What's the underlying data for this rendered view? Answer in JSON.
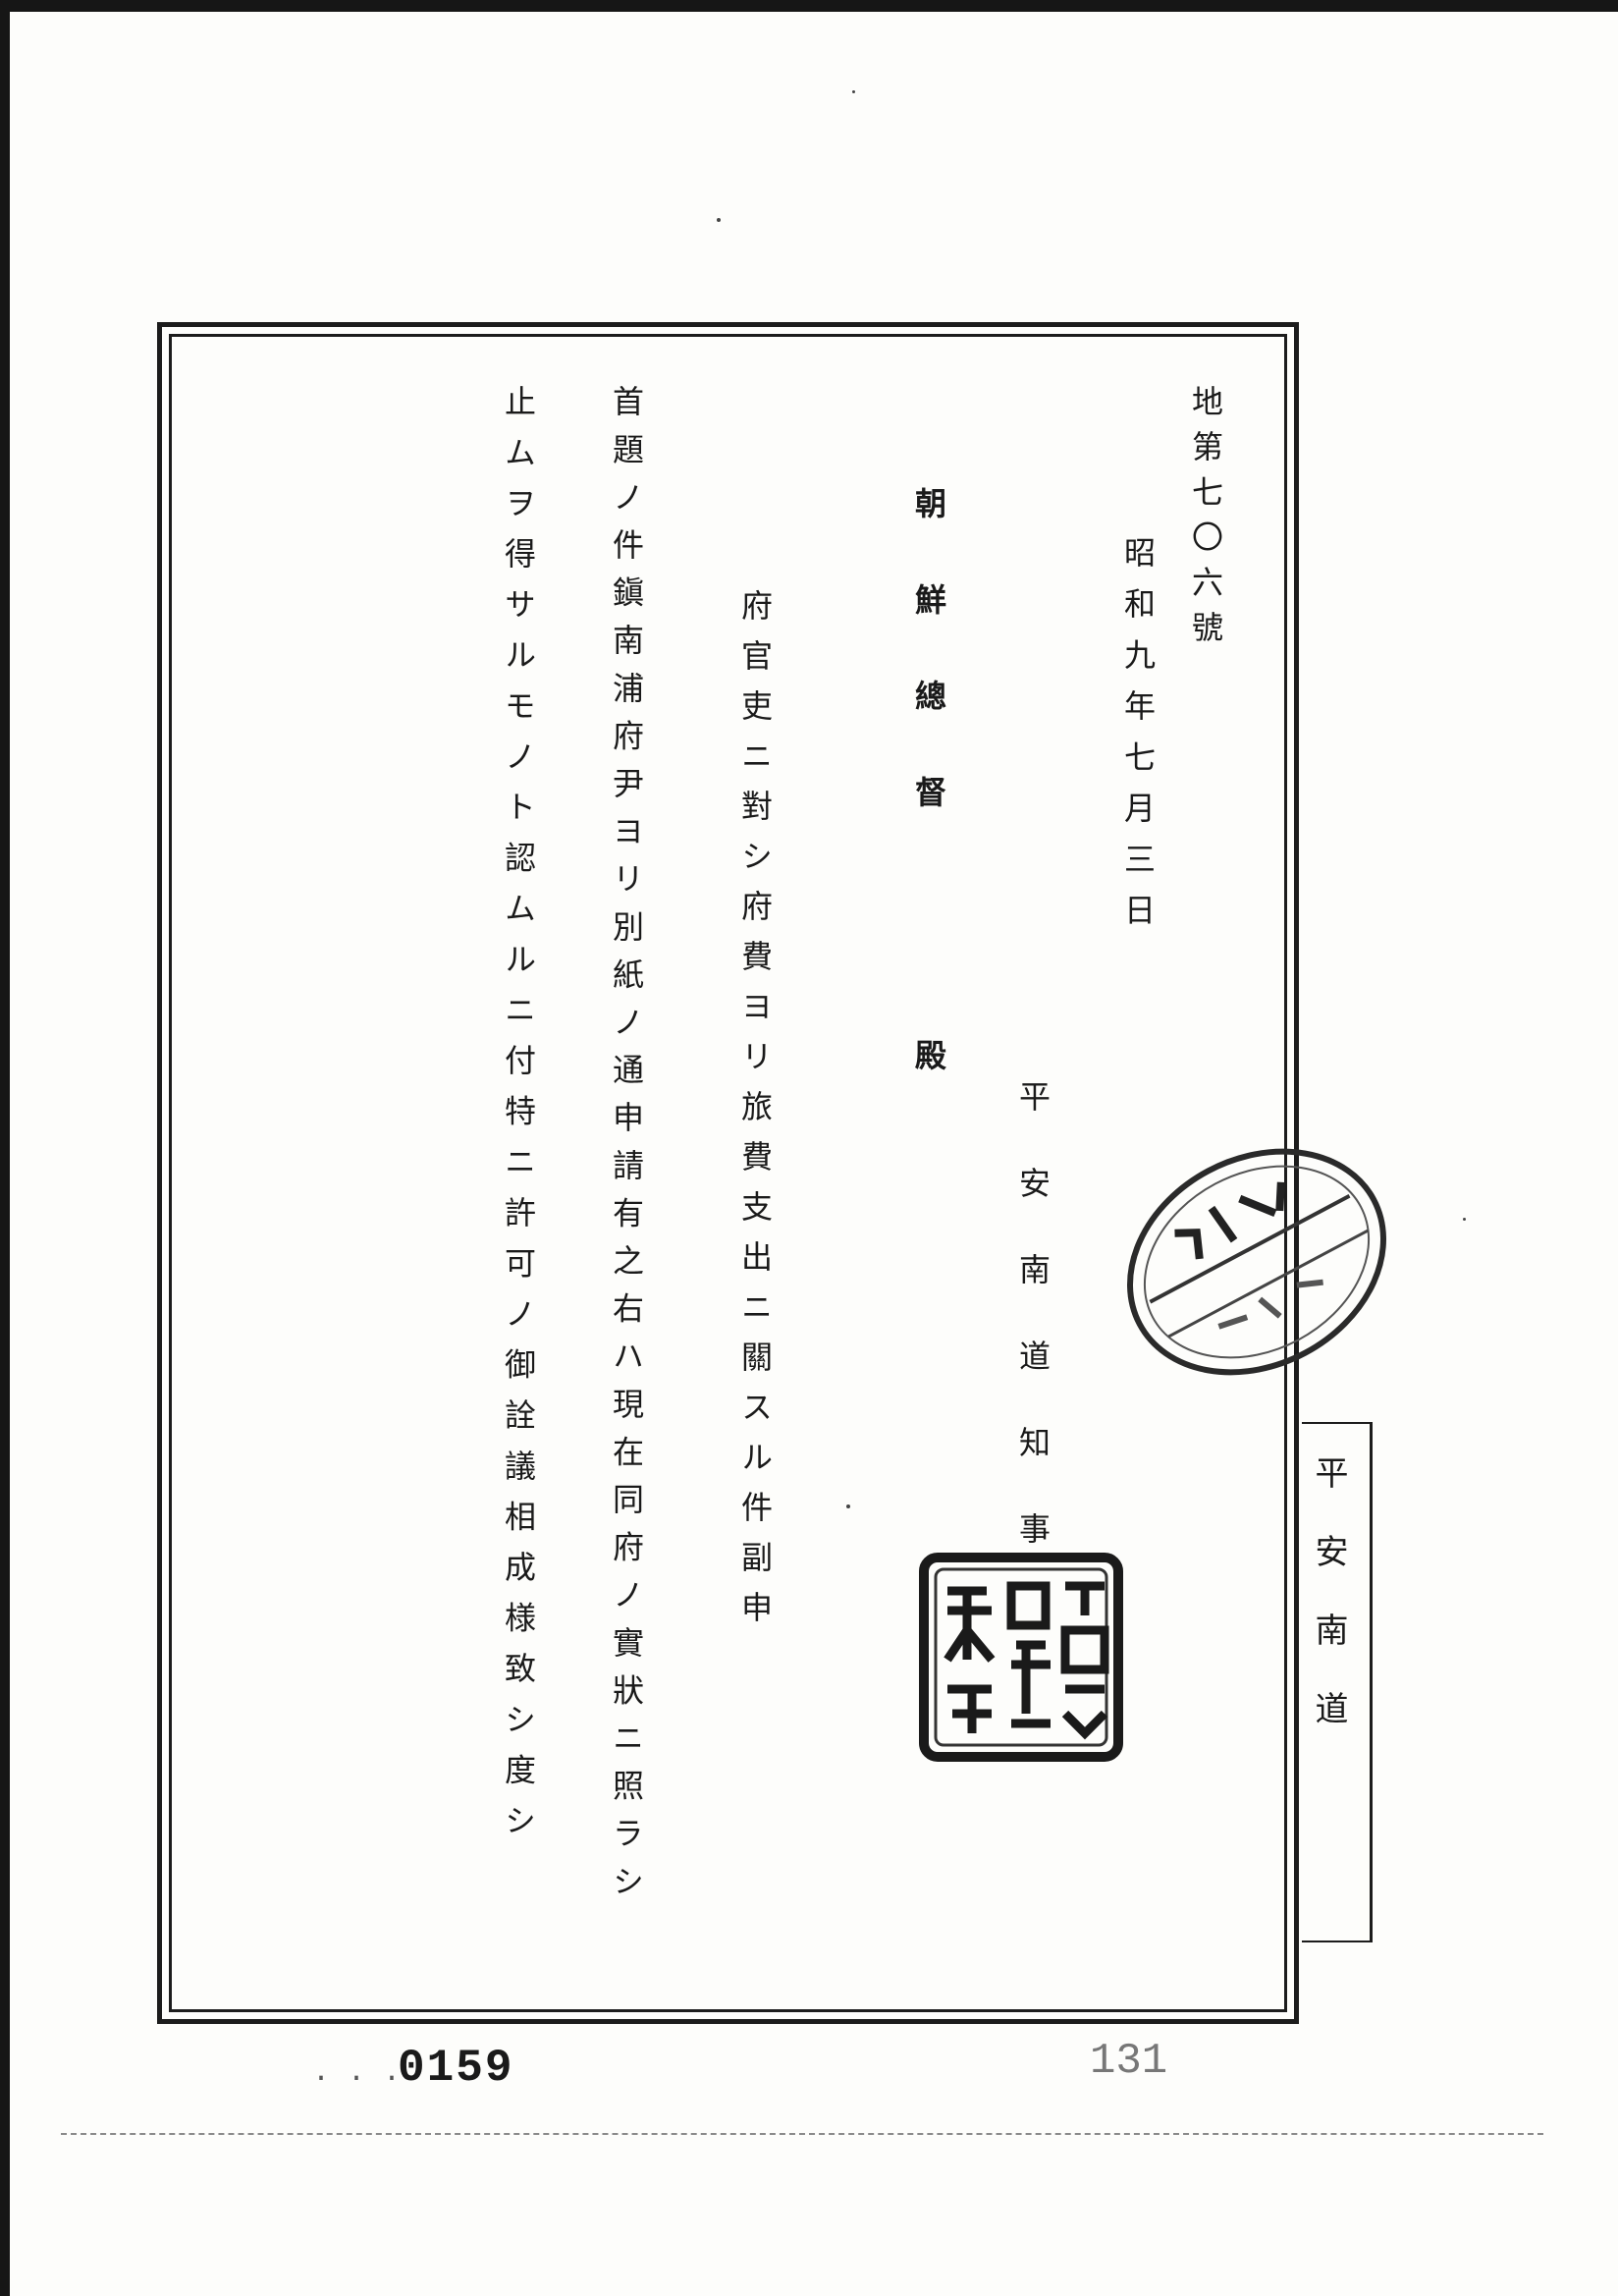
{
  "document": {
    "file_number": "地第七〇六號",
    "date": "昭和九年七月三日",
    "sender": "平安南道知事",
    "recipient_title": "朝鮮總督",
    "recipient_honorific": "殿",
    "subject": "府官吏ニ對シ府費ヨリ旅費支出ニ關スル件副申",
    "body_lines": [
      "首題ノ件鎭南浦府尹ヨリ別紙ノ通申請有之右ハ現在同府ノ實狀ニ照ラシ",
      "止ムヲ得サルモノト認ムルニ付特ニ許可ノ御詮議相成様致シ度シ"
    ]
  },
  "side_tab": {
    "label": "平安南道"
  },
  "seals": {
    "round_stamp": "received-date-stamp",
    "square_seal": "governor-official-seal"
  },
  "footer": {
    "page_number_left": "0159",
    "page_number_right": "131"
  }
}
